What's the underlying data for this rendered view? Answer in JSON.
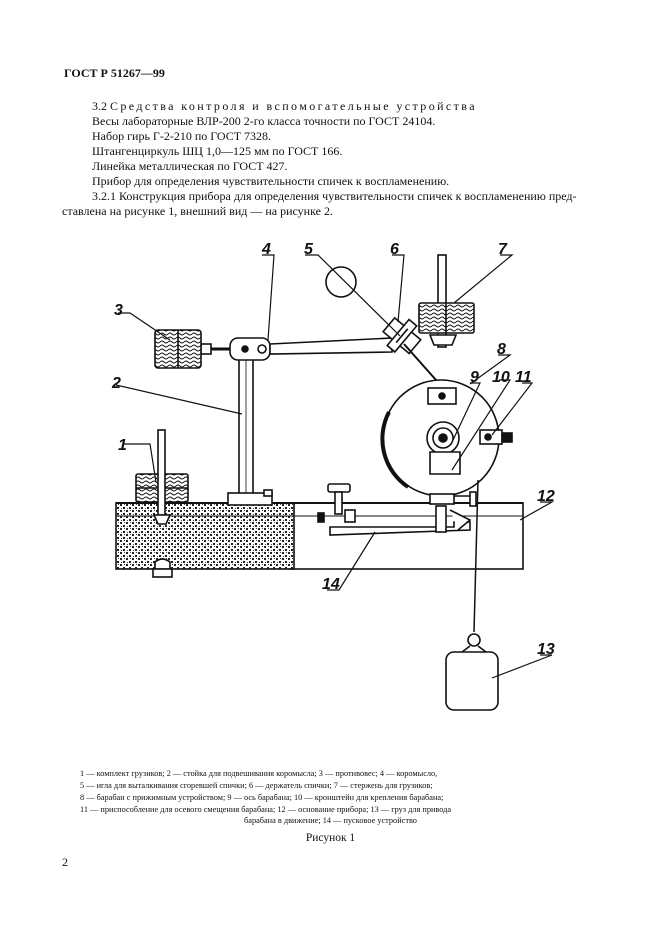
{
  "header": {
    "standard": "ГОСТ Р 51267—99"
  },
  "section": {
    "number": "3.2",
    "title": "Средства контроля и вспомогательные устройства",
    "lines": [
      "Весы лабораторные ВЛР-200 2-го класса точности по ГОСТ 24104.",
      "Набор гирь Г-2-210 по ГОСТ 7328.",
      "Штангенциркуль ШЦ 1,0—125 мм по ГОСТ 166.",
      "Линейка металлическая по ГОСТ 427.",
      "Прибор для определения чувствительности спичек к воспламенению."
    ],
    "sub": {
      "line1": "3.2.1 Конструкция прибора для определения чувствительности спичек к воспламенению пред-",
      "line2": "ставлена на рисунке 1, внешний вид — на рисунке 2."
    }
  },
  "figure": {
    "callouts": [
      "1",
      "2",
      "3",
      "4",
      "5",
      "6",
      "7",
      "8",
      "9",
      "10",
      "11",
      "12",
      "13",
      "14"
    ],
    "caption_lines": [
      "1 — комплект грузиков; 2 — стойка для подвешивания коромысла; 3 — противовес; 4 — коромысло,",
      "5 — игла для выталкивания сгоревшей спички; 6 — держатель спички; 7 — стержень для грузиков;",
      "8 — барабан с прижимным устройством; 9 — ось барабана; 10 — кронштейн для крепления барабана;",
      "11 — приспособление для осевого смещения барабана; 12 — основание прибора; 13 — груз для привода",
      "барабана в движение; 14 — пусковое устройство"
    ],
    "title": "Рисунок 1"
  },
  "page": {
    "number": "2"
  }
}
